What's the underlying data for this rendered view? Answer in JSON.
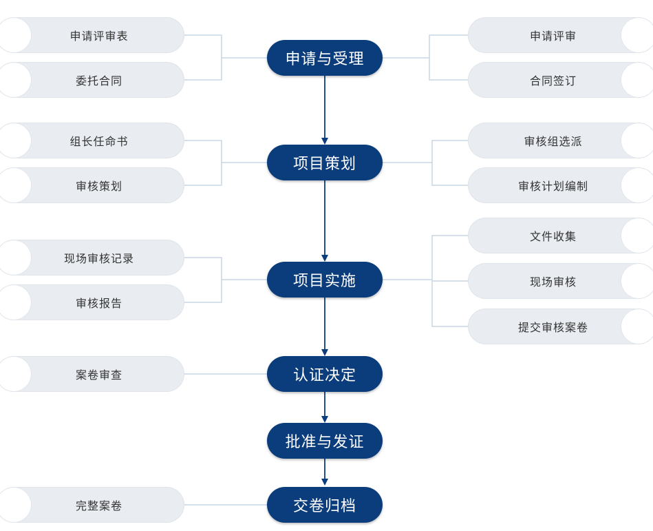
{
  "colors": {
    "step_fill": "#0b3d7c",
    "pill_fill": "#e9edf2",
    "connector": "#c9d6e3",
    "arrow": "#0b3d7c"
  },
  "steps": [
    {
      "label": "申请与受理"
    },
    {
      "label": "项目策划"
    },
    {
      "label": "项目实施"
    },
    {
      "label": "认证决定"
    },
    {
      "label": "批准与发证"
    },
    {
      "label": "交卷归档"
    }
  ],
  "left_items": [
    [
      "申请评审表",
      "委托合同"
    ],
    [
      "组长任命书",
      "审核策划"
    ],
    [
      "现场审核记录",
      "审核报告"
    ],
    [
      "案卷审查"
    ],
    [],
    [
      "完整案卷"
    ]
  ],
  "right_items": [
    [
      "申请评审",
      "合同签订"
    ],
    [
      "审核组选派",
      "审核计划编制"
    ],
    [
      "文件收集",
      "现场审核",
      "提交审核案卷"
    ],
    [],
    [],
    []
  ]
}
